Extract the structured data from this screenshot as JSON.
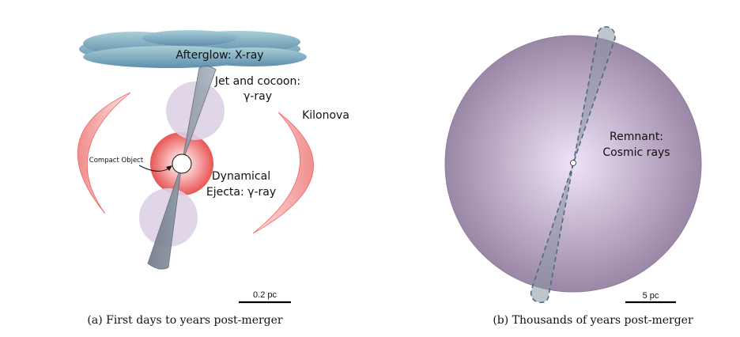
{
  "panel_a": {
    "labels": {
      "afterglow": "Afterglow: X-ray",
      "jet_line1": "Jet and cocoon:",
      "jet_line2": "γ-ray",
      "kilonova": "Kilonova",
      "compact_object": "Compact Object",
      "ejecta_line1": "Dynamical",
      "ejecta_line2": "Ejecta: γ-ray"
    },
    "scale_bar": "0.2 pc",
    "caption": "(a) First days to years post-merger"
  },
  "panel_b": {
    "labels": {
      "remnant_line1": "Remnant:",
      "remnant_line2": "Cosmic rays"
    },
    "scale_bar": "5 pc",
    "caption": "(b) Thousands of years post-merger"
  },
  "colors": {
    "cloud": "#7fa9bd",
    "cocoon": "#ddd2e6",
    "ejecta": "#e95a5a",
    "kilonova": "#f09a9a",
    "jet": "#8a95a3",
    "remnant": "#a996b2"
  }
}
